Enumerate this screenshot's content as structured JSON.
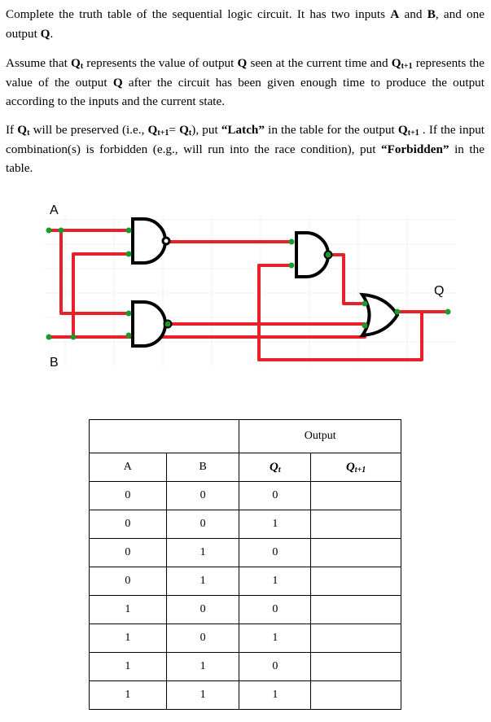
{
  "intro": {
    "p1_a": "Complete the truth table of the sequential logic circuit. It has two inputs ",
    "p1_A": "A",
    "p1_and": " and ",
    "p1_B": "B",
    "p1_b": ", and one output ",
    "p1_Q": "Q",
    "p1_end": ".",
    "p2_a": "Assume that ",
    "p2_Q1": "Q",
    "p2_t1": "t",
    "p2_b": " represents the value of output ",
    "p2_Q2": "Q",
    "p2_c": " seen at the current time and ",
    "p2_Q3": "Q",
    "p2_t2": "t+1",
    "p2_d": " represents the value of the output ",
    "p2_Q4": "Q",
    "p2_e": " after the circuit has been given enough time to produce the output according to the inputs and the current state.",
    "p3_a": "If ",
    "p3_Q1": "Q",
    "p3_t1": "t",
    "p3_b": " will be preserved (i.e., ",
    "p3_Q2": "Q",
    "p3_t2": "t+1",
    "p3_eq": "= ",
    "p3_Q3": "Q",
    "p3_t3": "t",
    "p3_c": "), put ",
    "p3_latch": "“Latch”",
    "p3_d": " in the table for the output ",
    "p3_Q4": "Q",
    "p3_t4": "t+1",
    "p3_e": " . If the input combination(s) is forbidden (e.g., will run into the race condition), put ",
    "p3_forb": "“Forbidden”",
    "p3_f": " in the table."
  },
  "circuit": {
    "label_a": "A",
    "label_b": "B",
    "label_q": "Q",
    "wire_color": "#e8202a",
    "node_color": "#1a9a2a",
    "gate_color": "#000000"
  },
  "table": {
    "group_header": "Output",
    "col_a": "A",
    "col_b": "B",
    "col_qt": "Q",
    "col_qt_sub": "t",
    "col_qt1": "Q",
    "col_qt1_sub": "t+1",
    "rows": [
      [
        "0",
        "0",
        "0",
        ""
      ],
      [
        "0",
        "0",
        "1",
        ""
      ],
      [
        "0",
        "1",
        "0",
        ""
      ],
      [
        "0",
        "1",
        "1",
        ""
      ],
      [
        "1",
        "0",
        "0",
        ""
      ],
      [
        "1",
        "0",
        "1",
        ""
      ],
      [
        "1",
        "1",
        "0",
        ""
      ],
      [
        "1",
        "1",
        "1",
        ""
      ]
    ]
  }
}
